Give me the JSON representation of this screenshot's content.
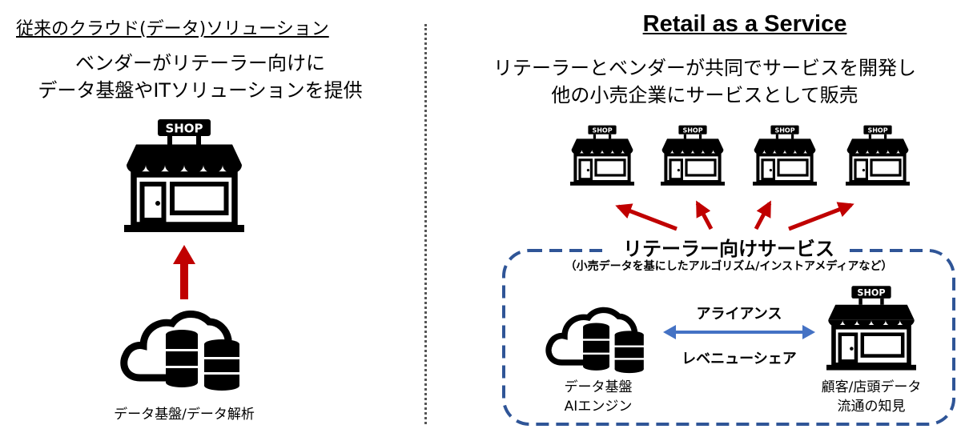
{
  "left": {
    "title": "従来のクラウド(データ)ソリューション",
    "description_line1": "ベンダーがリテーラー向けに",
    "description_line2": "データ基盤やITソリューションを提供",
    "shop_sign": "SHOP",
    "cloud_label": "データ基盤/データ解析"
  },
  "right": {
    "title": "Retail as a Service",
    "description_line1": "リテーラーとベンダーが共同でサービスを開発し",
    "description_line2": "他の小売企業にサービスとして販売",
    "shop_sign": "SHOP",
    "service_title": "リテーラー向けサービス",
    "service_subtitle": "（小売データを基にしたアルゴリズム/インストアメディアなど）",
    "alliance_label": "アライアンス",
    "revenue_label": "レベニューシェア",
    "vendor_label_line1": "データ基盤",
    "vendor_label_line2": "AIエンジン",
    "retailer_label_line1": "顧客/店頭データ",
    "retailer_label_line2": "流通の知見"
  },
  "colors": {
    "arrow_red": "#c00000",
    "arrow_blue": "#4472c4",
    "dashed_border": "#2f5597",
    "icon": "#000000"
  }
}
